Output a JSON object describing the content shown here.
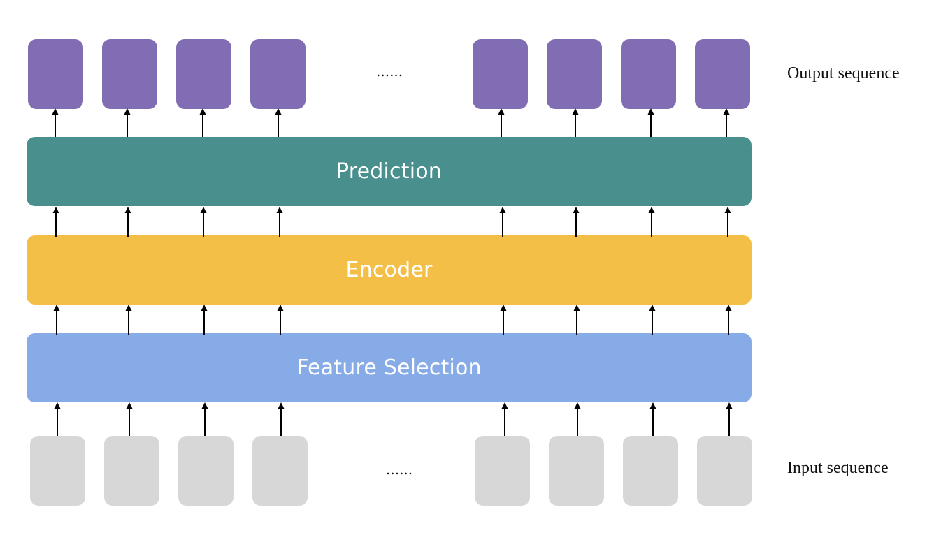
{
  "colors": {
    "output_token": "#816DB3",
    "input_token": "#D7D7D7",
    "prediction": "#488F8D",
    "encoder": "#F4BF46",
    "feature_selection": "#86ABE6",
    "arrow": "#000000"
  },
  "layers": {
    "prediction": "Prediction",
    "encoder": "Encoder",
    "feature_selection": "Feature Selection"
  },
  "output_sequence": {
    "label": "Output sequence",
    "ellipsis": "......"
  },
  "input_sequence": {
    "label": "Input sequence",
    "ellipsis": "......"
  }
}
